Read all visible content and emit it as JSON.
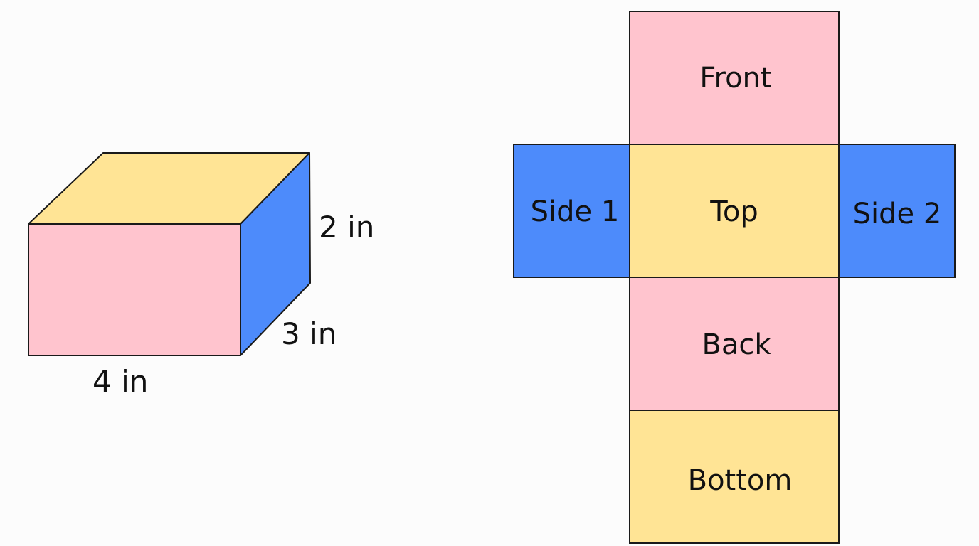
{
  "colors": {
    "front_face": "#ffc4ce",
    "top_face": "#ffe495",
    "side_face": "#4d8bfb",
    "outline": "#1a1a1a",
    "background": "#fcfcfc"
  },
  "prism": {
    "dimensions": {
      "height": "2 in",
      "depth": "3 in",
      "length": "4 in"
    }
  },
  "net": {
    "faces": {
      "front": "Front",
      "side1": "Side 1",
      "top": "Top",
      "side2": "Side 2",
      "back": "Back",
      "bottom": "Bottom"
    }
  }
}
